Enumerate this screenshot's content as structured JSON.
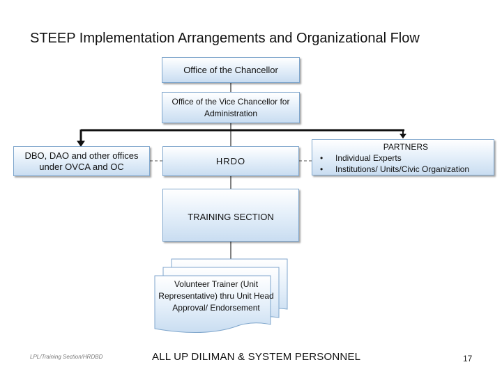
{
  "title": "STEEP Implementation Arrangements and Organizational Flow",
  "nodes": {
    "chancellor": "Office of the Chancellor",
    "vice_chancellor": "Office of the Vice Chancellor for Administration",
    "dbo": "DBO, DAO  and other offices under OVCA and OC",
    "hrdo": "HRDO",
    "partners": {
      "title": "PARTNERS",
      "items": [
        "Individual Experts",
        "Institutions/ Units/Civic Organization"
      ]
    },
    "training": "TRAINING SECTION",
    "volunteer": "Volunteer Trainer (Unit Representative) thru Unit Head Approval/ Endorsement"
  },
  "footer": {
    "left": "LPL/Training Section/HRDBD",
    "center": "ALL UP DILIMAN & SYSTEM PERSONNEL",
    "page": "17"
  }
}
